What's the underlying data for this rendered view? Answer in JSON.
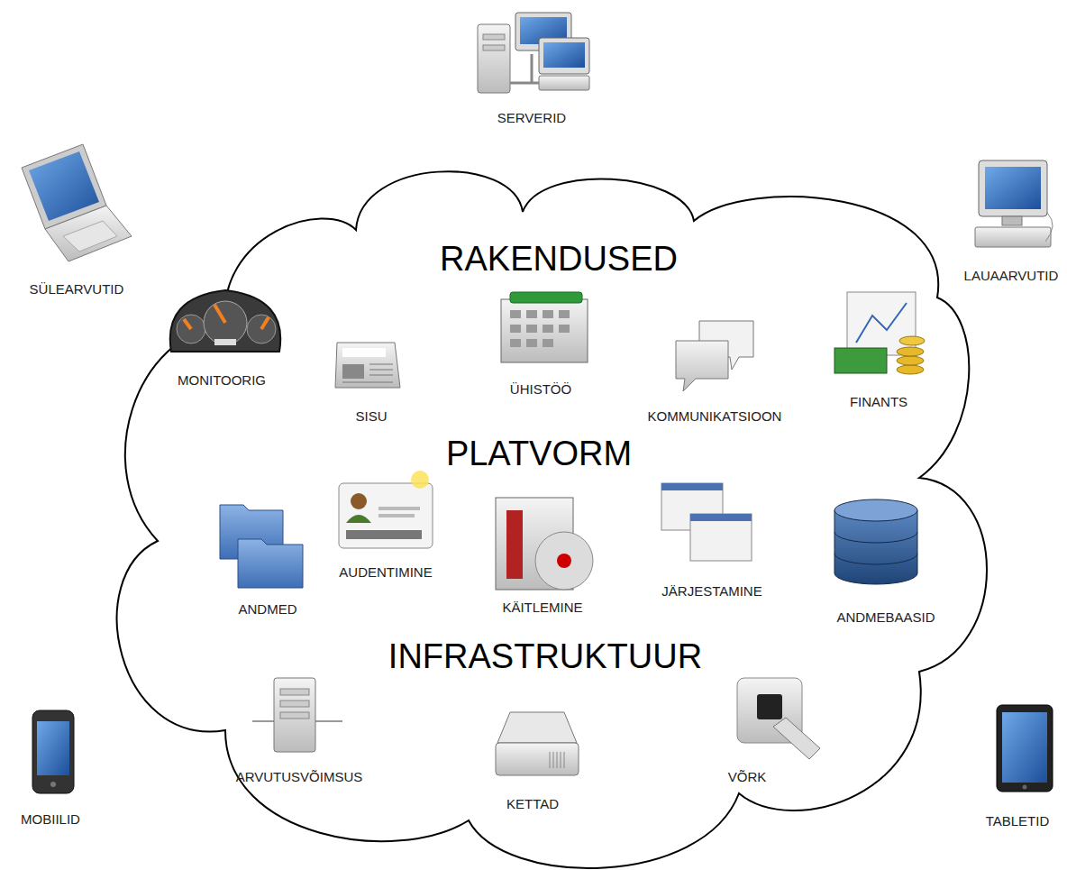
{
  "diagram": {
    "nodes": [
      {
        "text": [
          "RAKENDUSED",
          "PLATVORM",
          "INFRASTRUKTUUR"
        ]
      }
    ],
    "labels": [
      "SERVERID",
      "SÜLEARVUTID",
      "LAUAARVUTID",
      "MONITOORIG",
      "SISU",
      "ÜHISTÖÖ",
      "KOMMUNIKATSIOON",
      "FINANTS",
      "ANDMED",
      "AUDENTIMINE",
      "KÄITLEMINE",
      "JÄRJESTAMINE",
      "ANDMEBAASID",
      "ARVUTUSVÕIMSUS",
      "KETTAD",
      "VÕRK",
      "MOBIILID",
      "TABLETID"
    ]
  }
}
